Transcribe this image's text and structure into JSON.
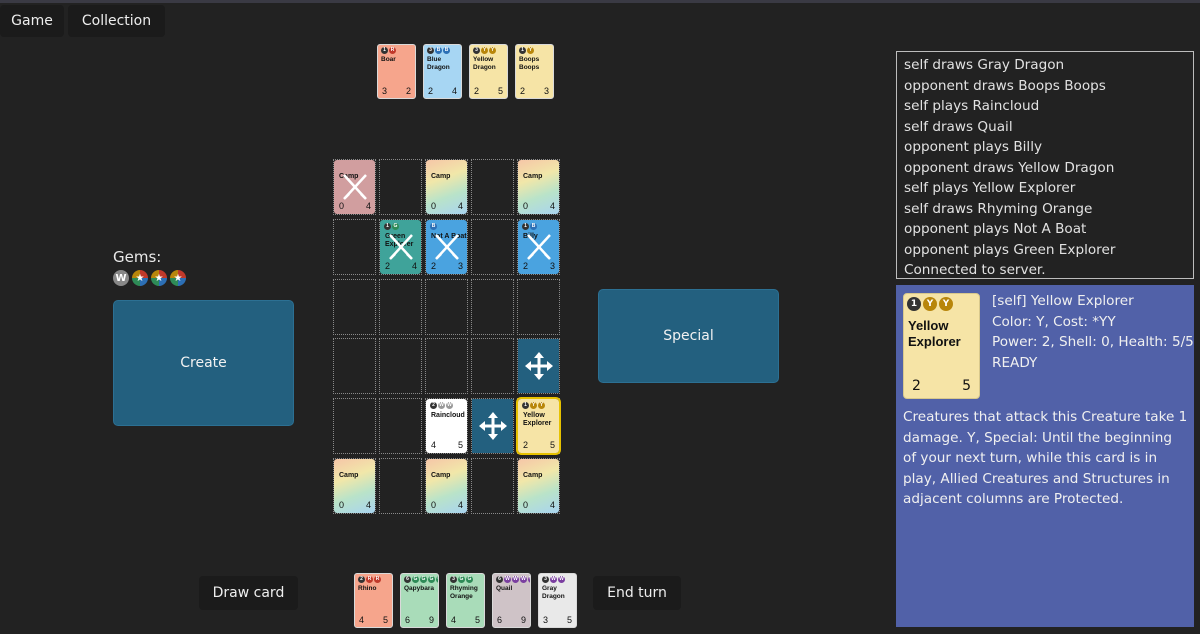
{
  "nav": {
    "game": "Game",
    "collection": "Collection"
  },
  "opponent_hand": [
    {
      "name": "Boar",
      "power": "3",
      "health": "2",
      "color": "#f6a58c",
      "cost": [
        "1",
        "R"
      ]
    },
    {
      "name": "Blue Dragon",
      "power": "2",
      "health": "4",
      "color": "#a7d6f3",
      "cost": [
        "3",
        "B",
        "B"
      ]
    },
    {
      "name": "Yellow Dragon",
      "power": "2",
      "health": "5",
      "color": "#f6e4a6",
      "cost": [
        "3",
        "Y",
        "Y"
      ]
    },
    {
      "name": "Boops Boops",
      "power": "2",
      "health": "3",
      "color": "#f6e4a6",
      "cost": [
        "1",
        "Y"
      ]
    }
  ],
  "board": {
    "camps": [
      {
        "name": "Camp",
        "power": "0",
        "health": "4"
      },
      {
        "name": "Camp",
        "power": "0",
        "health": "4"
      },
      {
        "name": "Camp",
        "power": "0",
        "health": "4"
      },
      {
        "name": "Camp",
        "power": "0",
        "health": "4"
      },
      {
        "name": "Camp",
        "power": "0",
        "health": "4"
      },
      {
        "name": "Camp",
        "power": "0",
        "health": "4"
      }
    ],
    "creatures": [
      {
        "name": "Green Explorer",
        "power": "2",
        "health": "4"
      },
      {
        "name": "Not A Boat",
        "power": "2",
        "health": "3"
      },
      {
        "name": "Billy",
        "power": "2",
        "health": "3"
      },
      {
        "name": "Raincloud",
        "power": "4",
        "health": "5"
      },
      {
        "name": "Yellow Explorer",
        "power": "2",
        "health": "5"
      }
    ]
  },
  "gems": {
    "label": "Gems:",
    "icons": [
      "W",
      "★",
      "★",
      "★"
    ]
  },
  "buttons": {
    "create": "Create",
    "special": "Special",
    "draw": "Draw card",
    "end": "End turn"
  },
  "player_hand": [
    {
      "name": "Rhino",
      "power": "4",
      "health": "5",
      "color": "#f6a58c",
      "cost": [
        "2",
        "R",
        "R"
      ]
    },
    {
      "name": "Qapybara",
      "power": "6",
      "health": "9",
      "color": "#a9dcb9",
      "cost": [
        "6",
        "G",
        "G",
        "G",
        "G",
        "G"
      ]
    },
    {
      "name": "Rhyming Orange",
      "power": "4",
      "health": "5",
      "color": "#a9dcb9",
      "cost": [
        "3",
        "G",
        "G"
      ]
    },
    {
      "name": "Quail",
      "power": "6",
      "health": "9",
      "color": "#cfc3c7",
      "cost": [
        "6",
        "W",
        "W",
        "W",
        "W",
        "W"
      ]
    },
    {
      "name": "Gray Dragon",
      "power": "3",
      "health": "5",
      "color": "#e9e9e9",
      "cost": [
        "3",
        "W",
        "W"
      ]
    }
  ],
  "log": [
    "self draws Gray Dragon",
    "opponent draws Boops Boops",
    "self plays Raincloud",
    "self draws Quail",
    "opponent plays Billy",
    "opponent draws Yellow Dragon",
    "self plays Yellow Explorer",
    "self draws Rhyming Orange",
    "opponent plays Not A Boat",
    "opponent plays Green Explorer",
    "Connected to server."
  ],
  "detail": {
    "card_name": "Yellow Explorer",
    "power": "2",
    "health": "5",
    "cost": [
      "1",
      "Y",
      "Y"
    ],
    "title": "[self] Yellow Explorer",
    "color_cost": "Color: Y, Cost: *YY",
    "stats": "Power: 2, Shell: 0, Health: 5/5",
    "status": "READY",
    "description": "Creatures that attack this Creature take 1 damage. Y, Special: Until the beginning of your next turn, while this card is in play, Allied Creatures and Structures in adjacent columns are Protected."
  },
  "colors": {
    "accent": "#23607f",
    "panel": "#5161a8",
    "background": "#222222"
  }
}
